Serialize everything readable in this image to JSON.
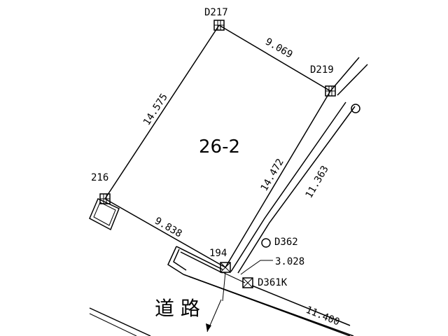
{
  "parcel": {
    "label": "26-2"
  },
  "points": {
    "d217": "D217",
    "d219": "D219",
    "p216": "216",
    "p194": "194",
    "d362": "D362",
    "d361k": "D361K"
  },
  "distances": {
    "top": "9.069",
    "left": "14.575",
    "right": "14.472",
    "bottom": "9.838",
    "strip": "11.363",
    "offset": "3.028",
    "road_edge": "11.400"
  },
  "road": {
    "label": "道 路"
  }
}
